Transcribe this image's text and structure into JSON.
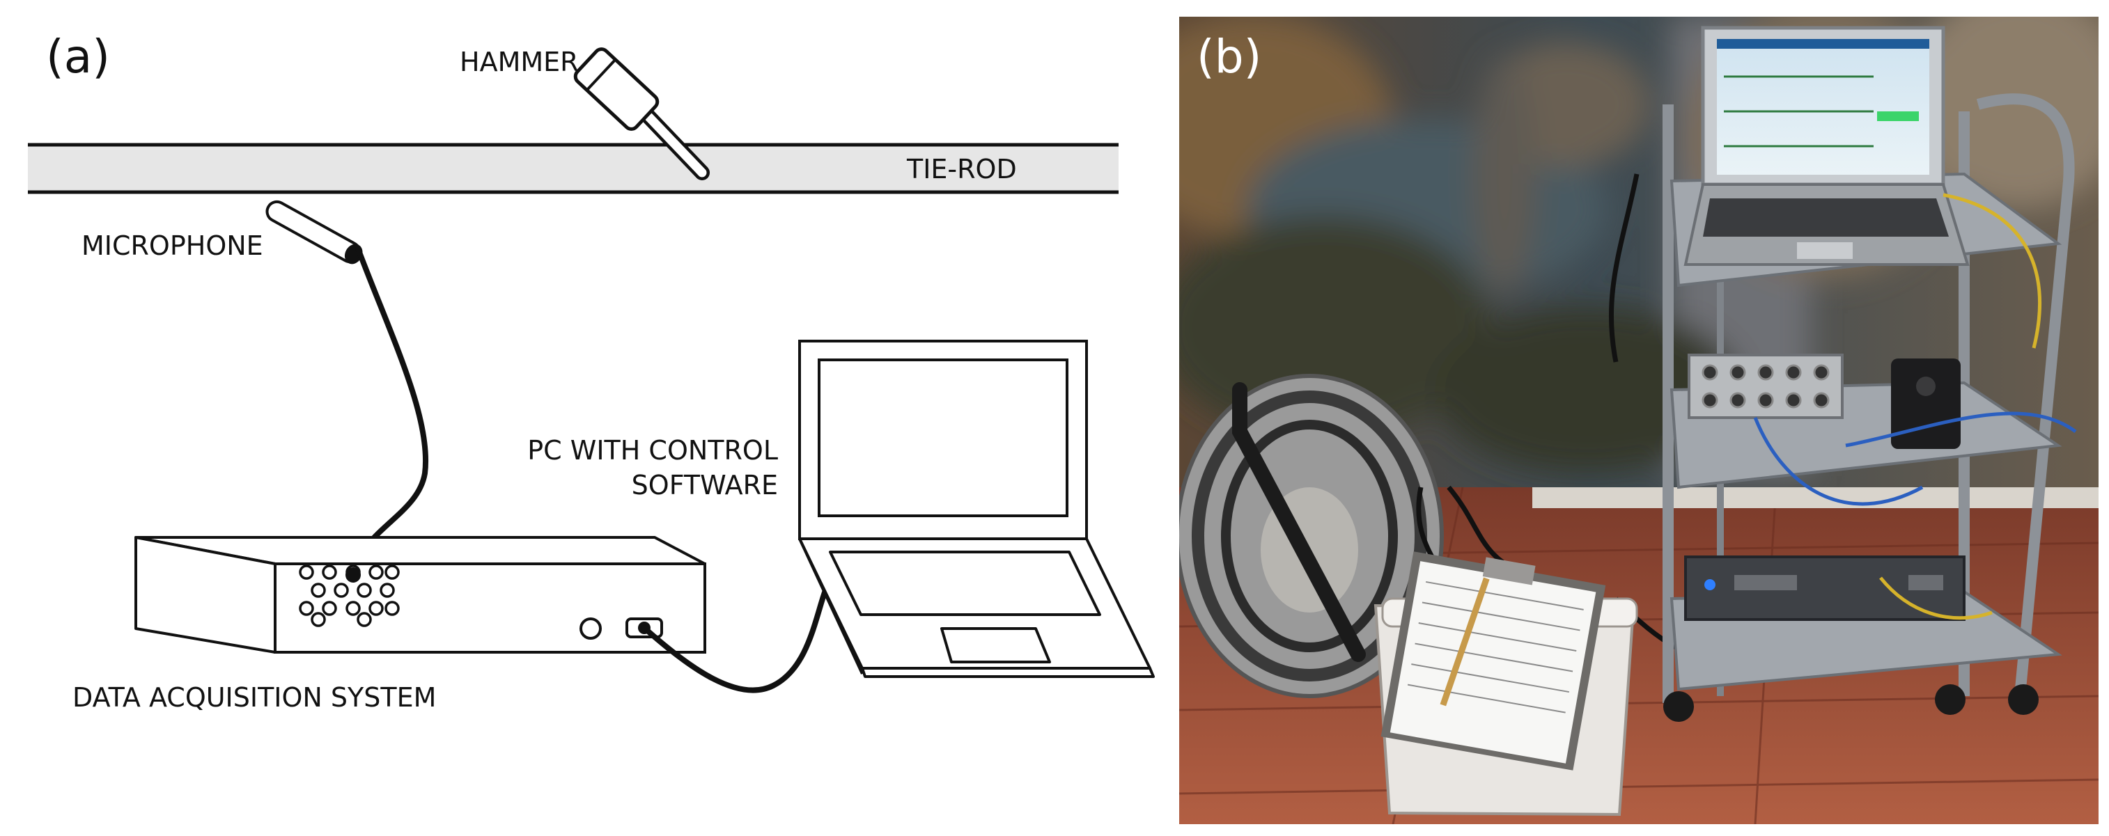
{
  "panel_a": {
    "label": "(a)",
    "hammer": "HAMMER",
    "tie_rod": "TIE-ROD",
    "microphone": "MICROPHONE",
    "pc_line1": "PC WITH CONTROL",
    "pc_line2": "SOFTWARE",
    "daq": "DATA ACQUISITION SYSTEM"
  },
  "panel_b": {
    "label": "(b)"
  },
  "colors": {
    "ink": "#111111",
    "rod_fill": "#e6e6e6",
    "photo_floor": "#a4523a",
    "cart_metal": "#8d9298"
  }
}
